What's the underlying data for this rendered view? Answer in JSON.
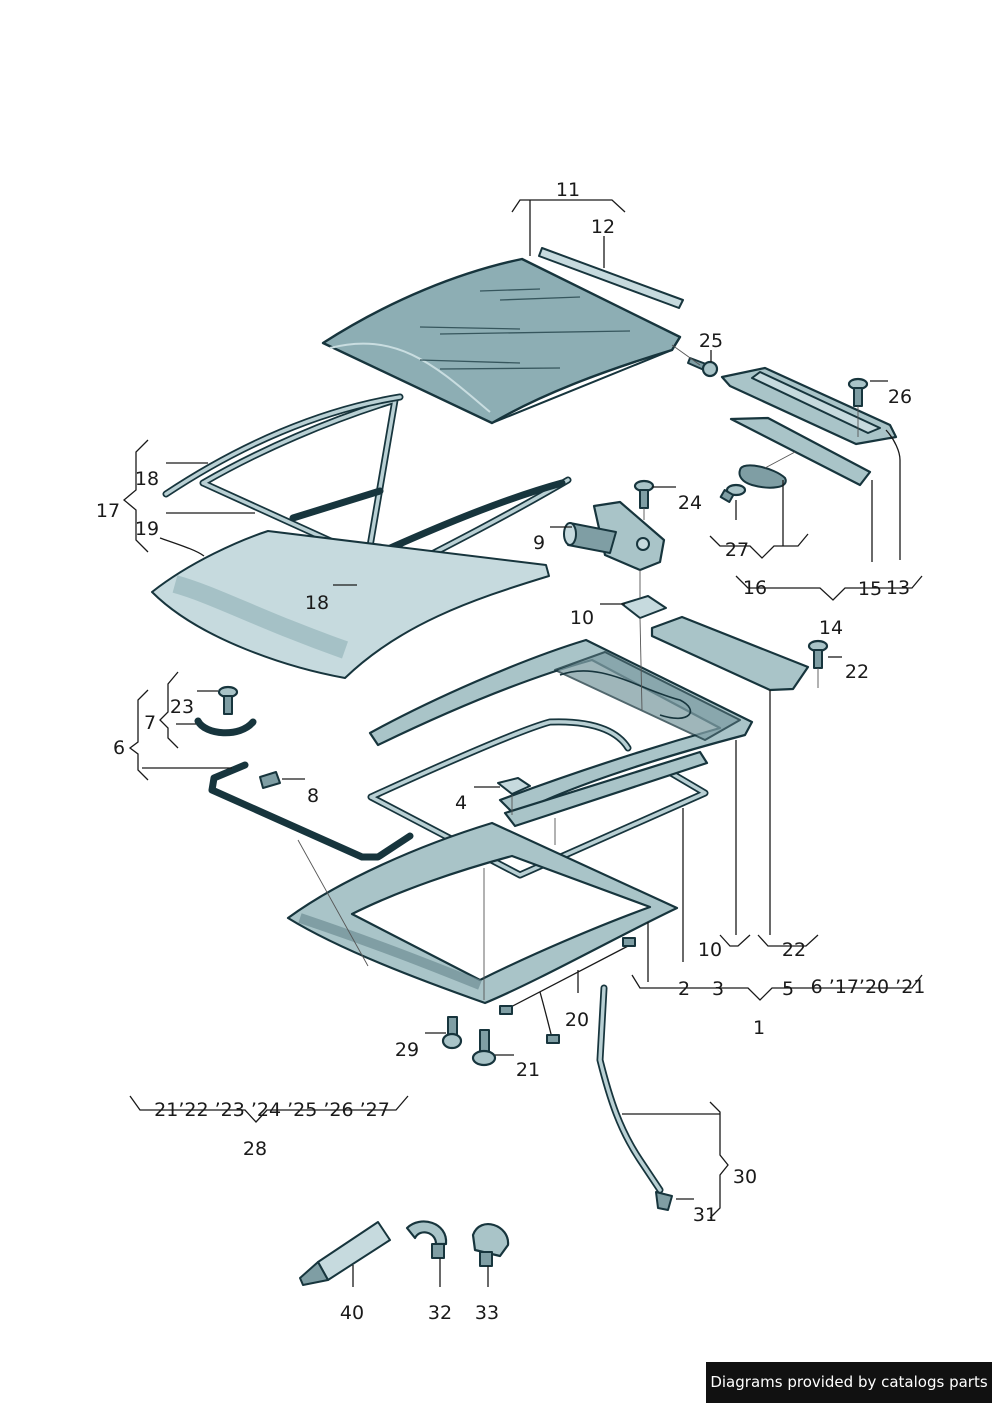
{
  "labels": {
    "l1": "1",
    "l2": "2",
    "l3": "3",
    "l4": "4",
    "l5": "5",
    "l6a": "6",
    "l6b": "6 ’17’20  ’21",
    "l7": "7",
    "l8": "8",
    "l9": "9",
    "l10a": "10",
    "l10b": "10",
    "l11": "11",
    "l12": "12",
    "l13": "13",
    "l14": "14",
    "l15": "15",
    "l16": "16",
    "l17": "17",
    "l18a": "18",
    "l18b": "18",
    "l19": "19",
    "l20": "20",
    "l21": "21",
    "l22a": "22",
    "l22b": "22",
    "l23": "23",
    "l24": "24",
    "l25": "25",
    "l26": "26",
    "l27": "27",
    "l28": "28",
    "l28list": "21’22 ’23 ’24  ’25  ’26  ’27",
    "l29": "29",
    "l30": "30",
    "l31": "31",
    "l32": "32",
    "l33": "33",
    "l40": "40"
  },
  "credit": "Diagrams provided by catalogs parts"
}
